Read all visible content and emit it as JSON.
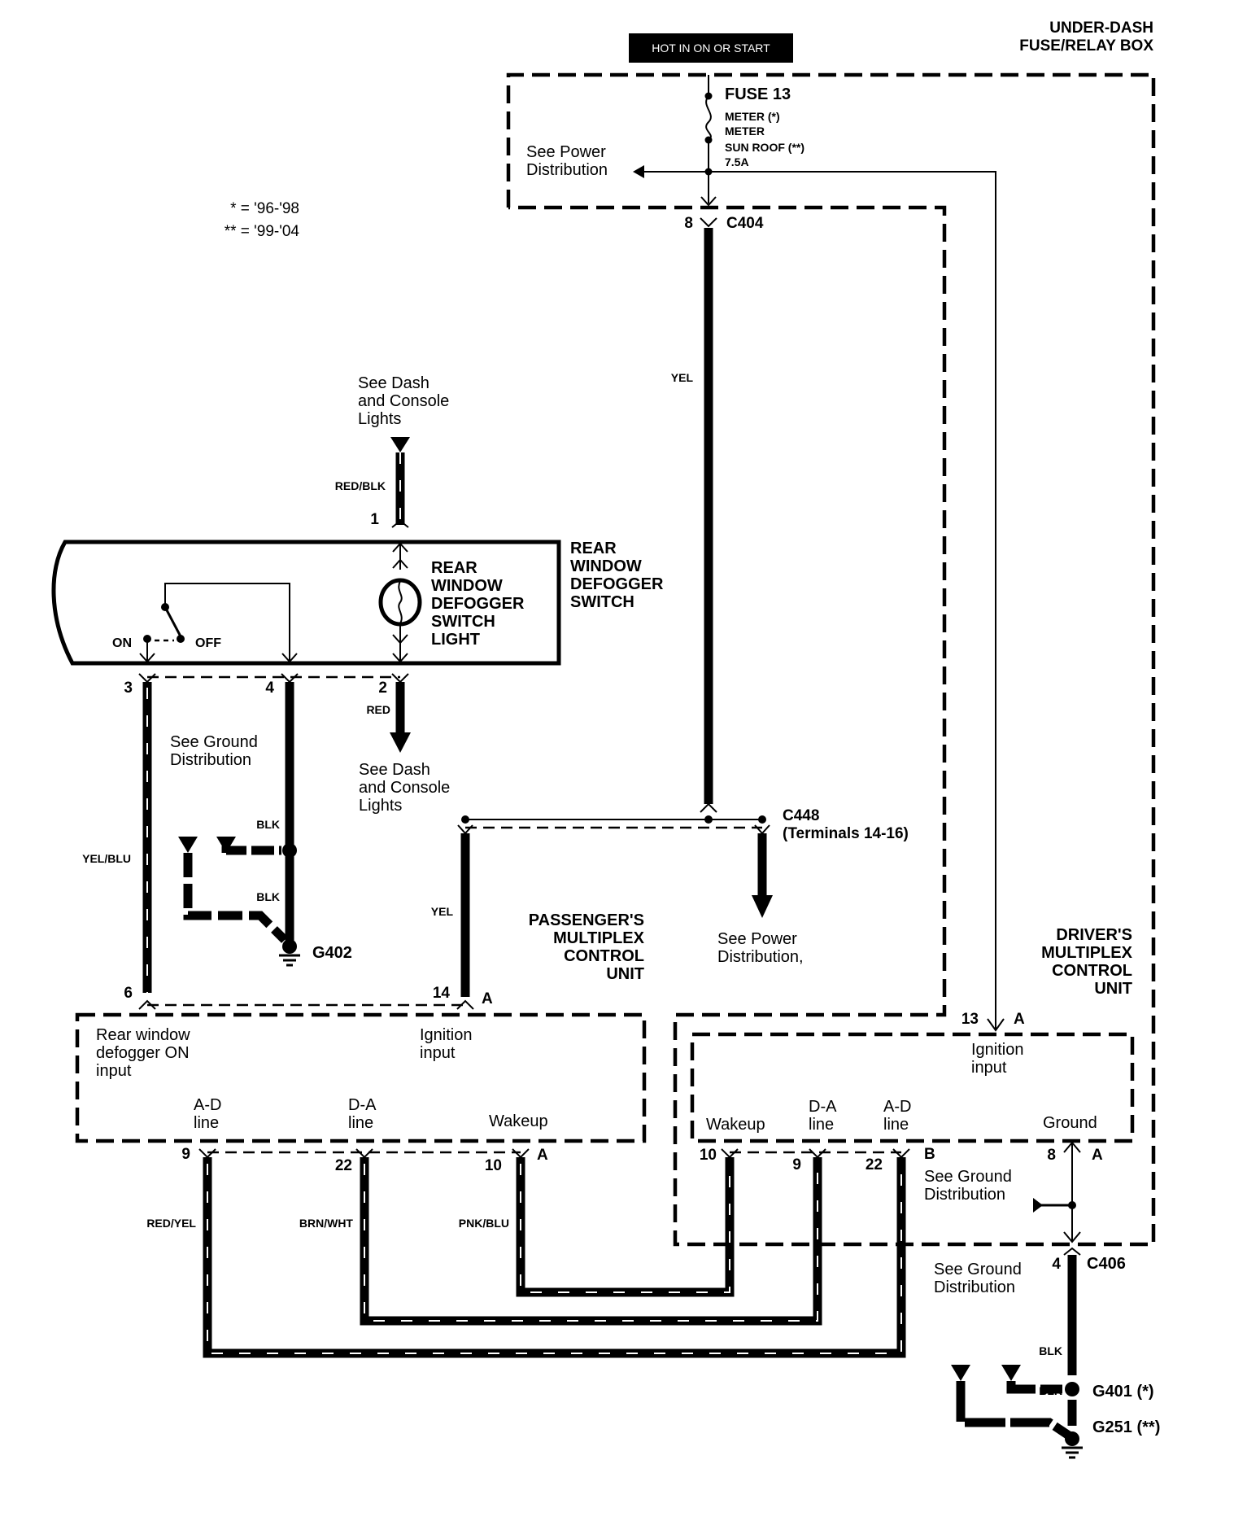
{
  "title": {
    "fuse_box_line1": "UNDER-DASH",
    "fuse_box_line2": "FUSE/RELAY BOX",
    "hot_label": "HOT IN ON OR START"
  },
  "legend": {
    "single_star": "* = '96-'98",
    "double_star": "** = '99-'04"
  },
  "fuse": {
    "name": "FUSE 13",
    "line1": "METER (*)",
    "line2": "METER",
    "line3": "SUN ROOF (**)",
    "rating": "7.5A",
    "see_power_1": "See Power",
    "see_power_2": "Distribution"
  },
  "connectors": {
    "c404": "C404",
    "c404_pin": "8",
    "c448": "C448",
    "c448_terminals": "(Terminals 14-16)",
    "c406": "C406",
    "c406_pin": "4"
  },
  "wires": {
    "yel_main": "YEL",
    "red_blk": "RED/BLK",
    "red": "RED",
    "yel_blu": "YEL/BLU",
    "blk1": "BLK",
    "blk2": "BLK",
    "yel_passenger": "YEL",
    "red_yel": "RED/YEL",
    "brn_wht": "BRN/WHT",
    "pnk_blu": "PNK/BLU",
    "blk3": "BLK",
    "blk4": "BLK"
  },
  "dash_lights_top": [
    "See Dash",
    "and Console",
    "Lights"
  ],
  "dash_lights_bottom": [
    "See Dash",
    "and Console",
    "Lights"
  ],
  "switch": {
    "pin_top": "1",
    "light_label": [
      "REAR",
      "WINDOW",
      "DEFOGGER",
      "SWITCH",
      "LIGHT"
    ],
    "component_label": [
      "REAR",
      "WINDOW",
      "DEFOGGER",
      "SWITCH"
    ],
    "on": "ON",
    "off": "OFF",
    "pin3": "3",
    "pin4": "4",
    "pin2": "2"
  },
  "ground_left": {
    "label": [
      "See Ground",
      "Distribution"
    ],
    "g402": "G402"
  },
  "see_power_mid": [
    "See Power",
    "Distribution,"
  ],
  "passenger_mcu": {
    "title": [
      "PASSENGER'S",
      "MULTIPLEX",
      "CONTROL",
      "UNIT"
    ],
    "pin6": "6",
    "pin14": "14",
    "conn_a_top": "A",
    "rear_input": [
      "Rear window",
      "defogger ON",
      "input"
    ],
    "ignition": [
      "Ignition",
      "input"
    ],
    "ad_line": [
      "A-D",
      "line"
    ],
    "da_line": [
      "D-A",
      "line"
    ],
    "wakeup": "Wakeup",
    "pin9": "9",
    "pin22": "22",
    "pin10": "10",
    "conn_a_bottom": "A"
  },
  "driver_mcu": {
    "title": [
      "DRIVER'S",
      "MULTIPLEX",
      "CONTROL",
      "UNIT"
    ],
    "pin13": "13",
    "conn_a_top": "A",
    "ignition": [
      "Ignition",
      "input"
    ],
    "wakeup": "Wakeup",
    "da_line": [
      "D-A",
      "line"
    ],
    "ad_line": [
      "A-D",
      "line"
    ],
    "ground": "Ground",
    "pin10": "10",
    "pin9": "9",
    "pin22": "22",
    "conn_b": "B",
    "pin8": "8",
    "conn_a_ground": "A",
    "see_ground": [
      "See Ground",
      "Distribution"
    ]
  },
  "ground_right": {
    "label": [
      "See Ground",
      "Distribution"
    ],
    "g401": "G401 (*)",
    "g251": "G251 (**)"
  }
}
